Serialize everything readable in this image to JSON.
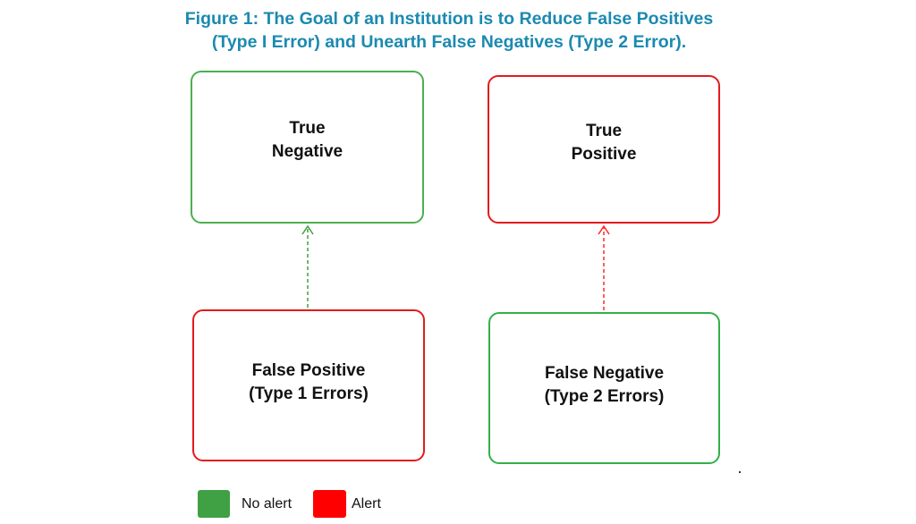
{
  "title": {
    "line1": "Figure 1: The Goal of an Institution is to Reduce False Positives",
    "line2": "(Type I Error) and Unearth False Negatives (Type 2 Error)."
  },
  "colors": {
    "title": "#1b8ab0",
    "no_alert": "#3fa144",
    "alert": "#ff1a1a",
    "box_green_border": "#4caf50",
    "box_red_border": "#e31b1b"
  },
  "boxes": {
    "true_negative": {
      "line1": "True",
      "line2": "Negative"
    },
    "true_positive": {
      "line1": "True",
      "line2": "Positive"
    },
    "false_positive": {
      "line1": "False Positive",
      "line2": "(Type 1 Errors)"
    },
    "false_negative": {
      "line1": "False Negative",
      "line2": "(Type 2 Errors)"
    }
  },
  "legend": {
    "no_alert_label": "No alert",
    "alert_label": "Alert"
  }
}
